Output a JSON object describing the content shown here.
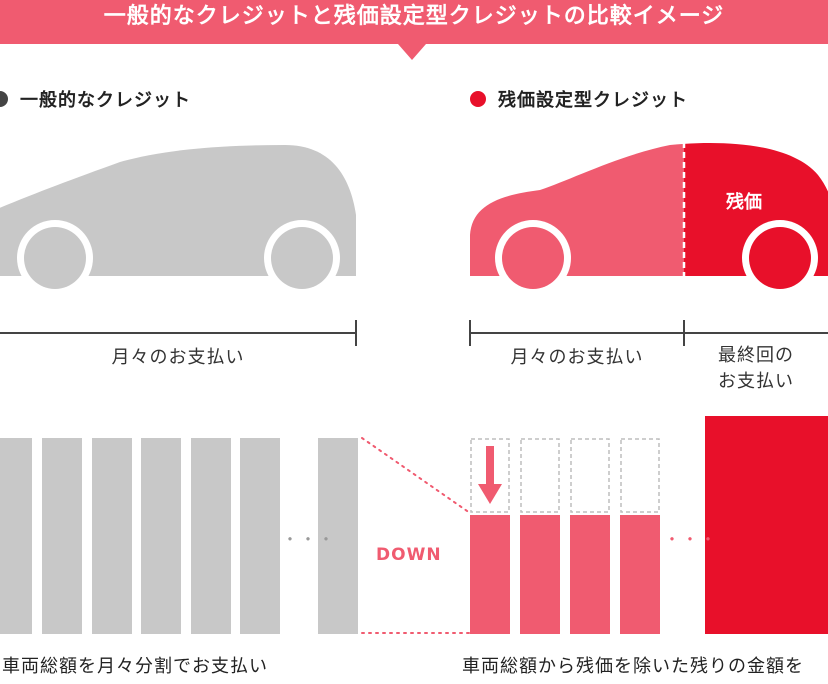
{
  "header": {
    "title": "一般的なクレジットと残価設定型クレジットの比較イメージ"
  },
  "colors": {
    "banner": "#f05b70",
    "accent_pink": "#f05b70",
    "residual_red": "#e8102a",
    "gray": "#c8c8c8",
    "dark_gray": "#444444"
  },
  "left": {
    "legend_label": "一般的なクレジット",
    "legend_color": "#444444",
    "span_label": "月々のお支払い",
    "caption": "車両総額を月々分割でお支払い",
    "ellipsis": "・・・"
  },
  "right": {
    "legend_label": "残価設定型クレジット",
    "legend_color": "#e8102a",
    "residual_label": "残価",
    "span_label_monthly": "月々のお支払い",
    "span_label_final": "最終回の\nお支払い",
    "caption": "車両総額から残価を除いた残りの金額を",
    "ellipsis": "・・・"
  },
  "middle": {
    "down_label": "DOWN"
  }
}
